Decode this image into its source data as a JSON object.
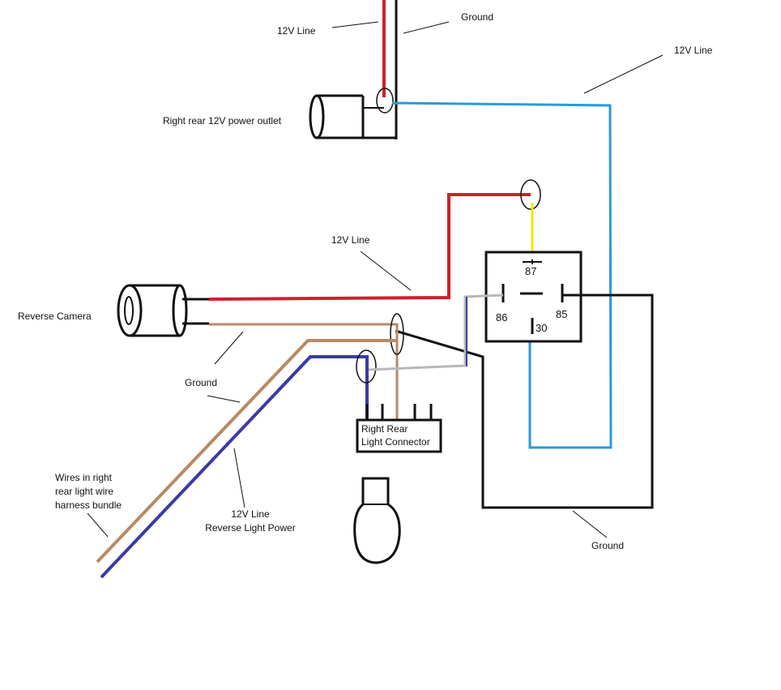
{
  "labels": {
    "top_12v": "12V Line",
    "top_ground": "Ground",
    "power_outlet": "Right rear 12V power outlet",
    "right_12v": "12V Line",
    "mid_12v": "12V Line",
    "reverse_camera": "Reverse Camera",
    "camera_ground": "Ground",
    "harness_line1": "Wires in right",
    "harness_line2": "rear light wire",
    "harness_line3": "harness bundle",
    "reverse_power_line1": "12V Line",
    "reverse_power_line2": "Reverse Light Power",
    "connector_line1": "Right Rear",
    "connector_line2": "Light Connector",
    "relay_ground": "Ground"
  },
  "relay": {
    "pin_87": "87",
    "pin_86": "86",
    "pin_85": "85",
    "pin_30": "30"
  },
  "wire_colors": {
    "twelve_volt": "#d0202a",
    "ground": "#111111",
    "outlet_feed": "#2a9ad6",
    "relay_87": "#f2e600",
    "camera_ground": "#b88a65",
    "reverse_power": "#3a3aa8",
    "signal": "#b8b8b8"
  }
}
